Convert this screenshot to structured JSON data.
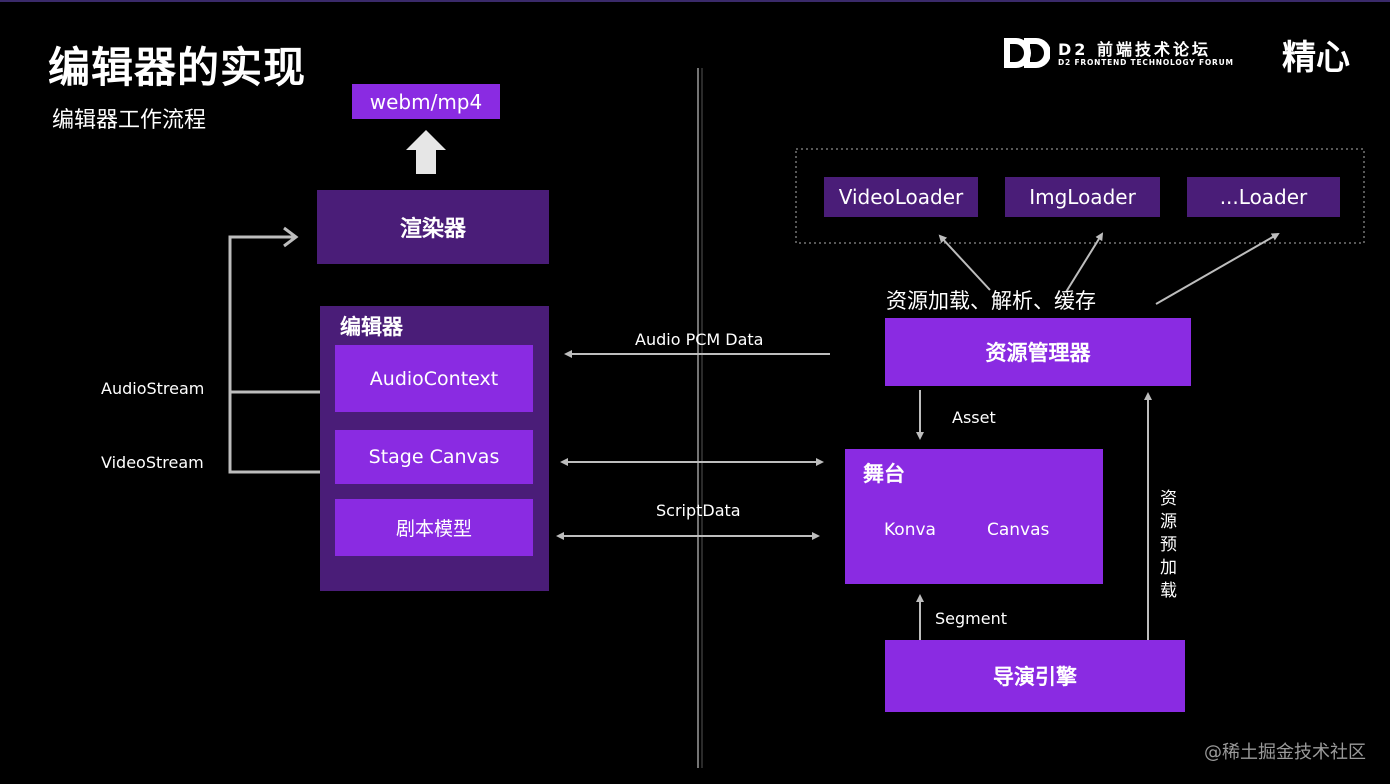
{
  "header": {
    "title": "编辑器的实现",
    "subtitle": "编辑器工作流程",
    "brand_logo_title": "D2 前端技术论坛",
    "brand_logo_subtitle": "D2 FRONTEND TECHNOLOGY FORUM",
    "brand_mark": "精心"
  },
  "left": {
    "output": "webm/mp4",
    "renderer": "渲染器",
    "editor": {
      "title": "编辑器",
      "audio_context": "AudioContext",
      "stage_canvas": "Stage Canvas",
      "script_model": "剧本模型"
    },
    "streams": {
      "audio": "AudioStream",
      "video": "VideoStream"
    }
  },
  "connections": {
    "audio_pcm": "Audio PCM Data",
    "script_data": "ScriptData",
    "asset": "Asset",
    "segment": "Segment",
    "preload": "资源预加载"
  },
  "right": {
    "loaders": [
      "VideoLoader",
      "ImgLoader",
      "...Loader"
    ],
    "resource_caption": "资源加载、解析、缓存",
    "resource_manager": "资源管理器",
    "stage": {
      "title": "舞台",
      "konva": "Konva",
      "canvas": "Canvas"
    },
    "director": "导演引擎"
  },
  "watermark": "@稀土掘金技术社区",
  "colors": {
    "background": "#000000",
    "dark_purple": "#4a1d78",
    "mid_purple": "#6c24b8",
    "bright_purple": "#8a2be2"
  }
}
